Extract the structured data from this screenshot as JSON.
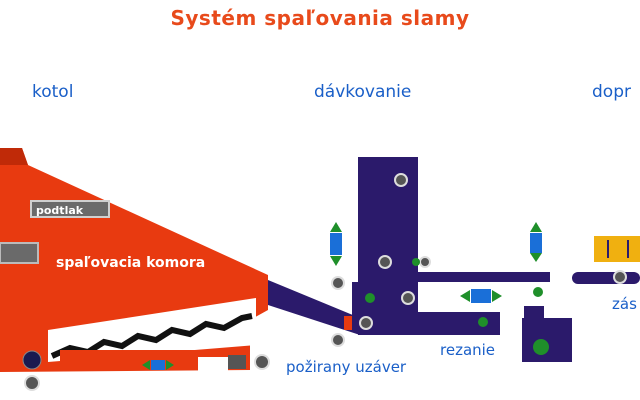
{
  "title": "Systém spaľovania slamy",
  "sections": {
    "kotol": "kotol",
    "davkovanie": "dávkovanie",
    "doprava": "dopr"
  },
  "labels": {
    "podtlak": "podtlak",
    "komora": "spaľovacia komora",
    "rezanie": "rezanie",
    "uzaver": "požirany uzáver",
    "zas": "zás"
  },
  "colors": {
    "boiler": "#e83a10",
    "feeder": "#2b1a6b",
    "actuator_green": "#1f8f2a",
    "actuator_blue": "#1a6fd8",
    "conveyor_yellow": "#f0b010",
    "label_blue": "#1a5fc8",
    "title_red": "#e84a1b"
  }
}
